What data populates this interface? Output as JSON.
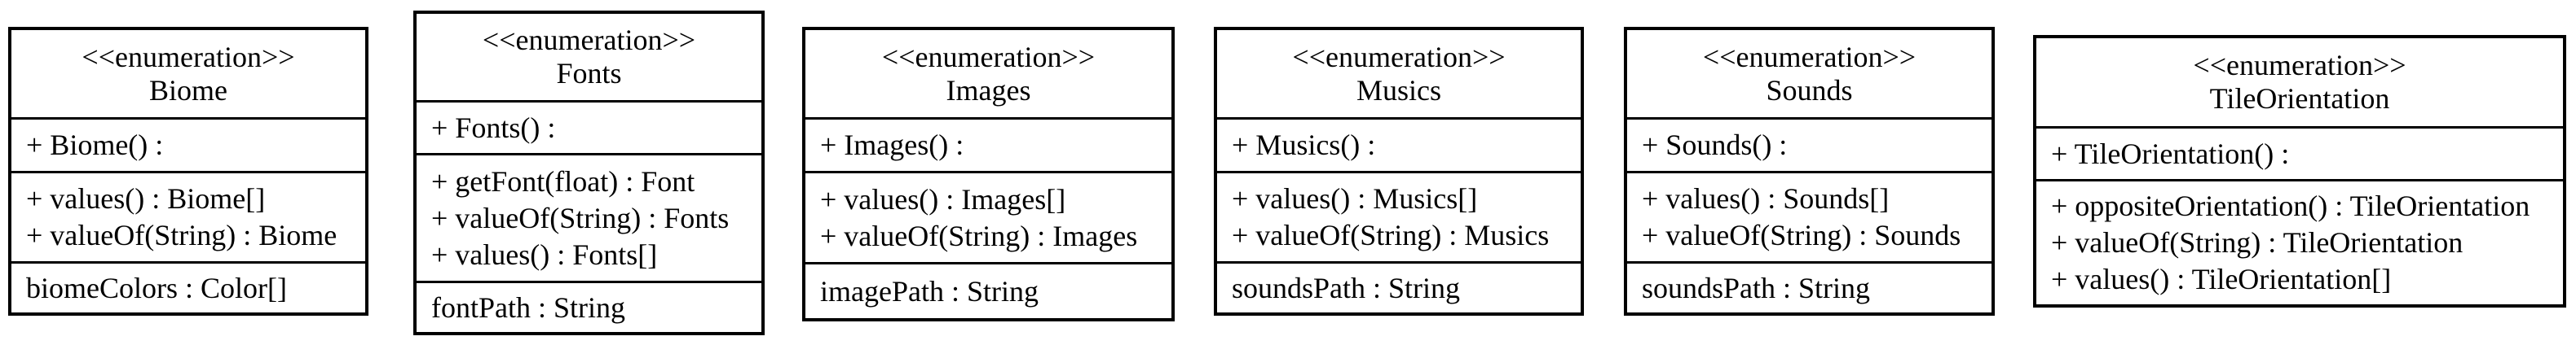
{
  "diagram": {
    "colors": {
      "border": "#000000",
      "background": "#ffffff",
      "text": "#000000"
    },
    "classes": [
      {
        "stereotype": "<<enumeration>>",
        "name": "Biome",
        "constructor": "+ Biome() :",
        "methods": [
          "+ values() : Biome[]",
          "+ valueOf(String) : Biome"
        ],
        "attributes": [
          "biomeColors : Color[]"
        ]
      },
      {
        "stereotype": "<<enumeration>>",
        "name": "Fonts",
        "constructor": "+ Fonts() :",
        "methods": [
          "+ getFont(float) : Font",
          "+ valueOf(String) : Fonts",
          "+ values() : Fonts[]"
        ],
        "attributes": [
          "fontPath : String"
        ]
      },
      {
        "stereotype": "<<enumeration>>",
        "name": "Images",
        "constructor": "+ Images() :",
        "methods": [
          "+ values() : Images[]",
          "+ valueOf(String) : Images"
        ],
        "attributes": [
          "imagePath : String"
        ]
      },
      {
        "stereotype": "<<enumeration>>",
        "name": "Musics",
        "constructor": "+ Musics() :",
        "methods": [
          "+ values() : Musics[]",
          "+ valueOf(String) : Musics"
        ],
        "attributes": [
          "soundsPath : String"
        ]
      },
      {
        "stereotype": "<<enumeration>>",
        "name": "Sounds",
        "constructor": "+ Sounds() :",
        "methods": [
          "+ values() : Sounds[]",
          "+ valueOf(String) : Sounds"
        ],
        "attributes": [
          "soundsPath : String"
        ]
      },
      {
        "stereotype": "<<enumeration>>",
        "name": "TileOrientation",
        "constructor": "+ TileOrientation() :",
        "methods": [
          "+ oppositeOrientation() : TileOrientation",
          "+ valueOf(String) : TileOrientation",
          "+ values() : TileOrientation[]"
        ],
        "attributes": []
      }
    ]
  }
}
